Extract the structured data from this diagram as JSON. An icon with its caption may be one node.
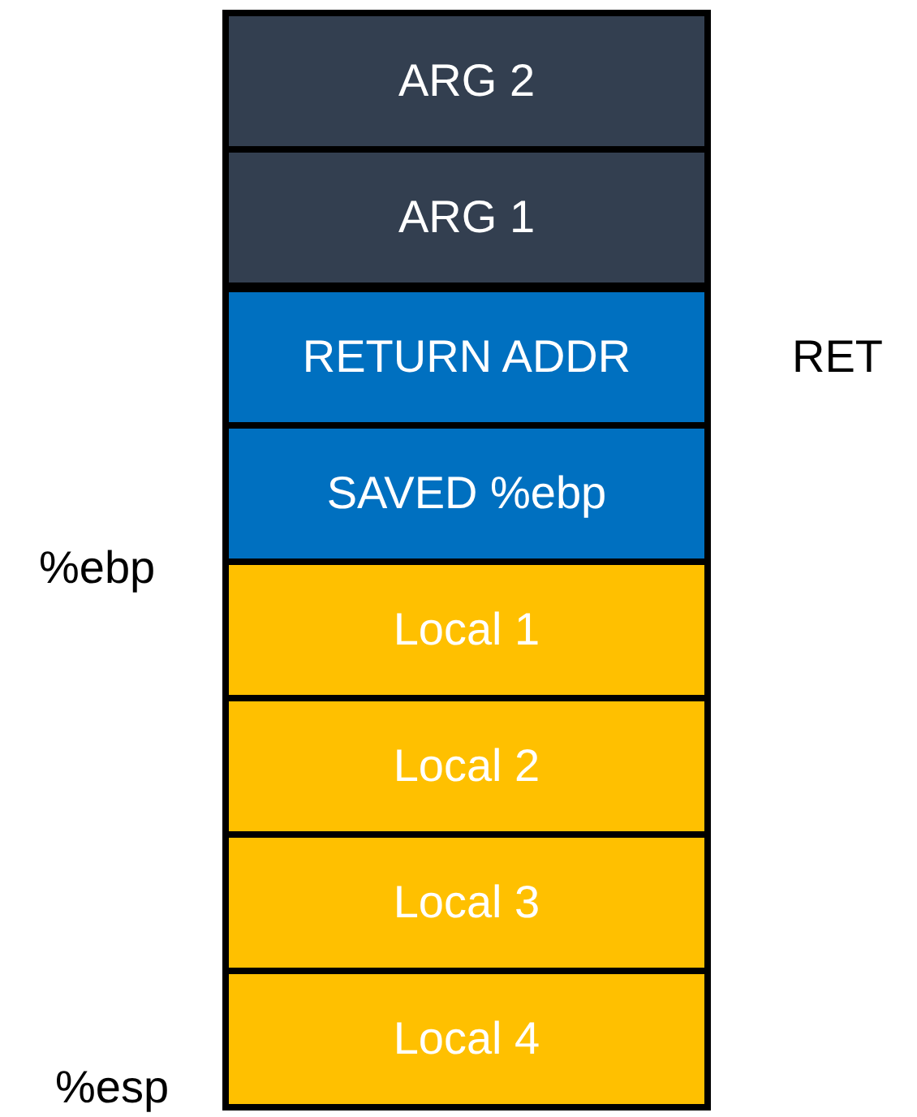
{
  "diagram": {
    "nodes": [
      {
        "text": [
          "ARG 2"
        ]
      },
      {
        "text": [
          "ARG 1"
        ]
      },
      {
        "text": [
          "RETURN ADDR"
        ]
      },
      {
        "text": [
          "SAVED %ebp"
        ]
      },
      {
        "text": [
          "Local 1"
        ]
      },
      {
        "text": [
          "Local 2"
        ]
      },
      {
        "text": [
          "Local 3"
        ]
      },
      {
        "text": [
          "Local 4"
        ]
      }
    ],
    "labels": [
      "RET",
      "%ebp",
      "%esp"
    ]
  }
}
